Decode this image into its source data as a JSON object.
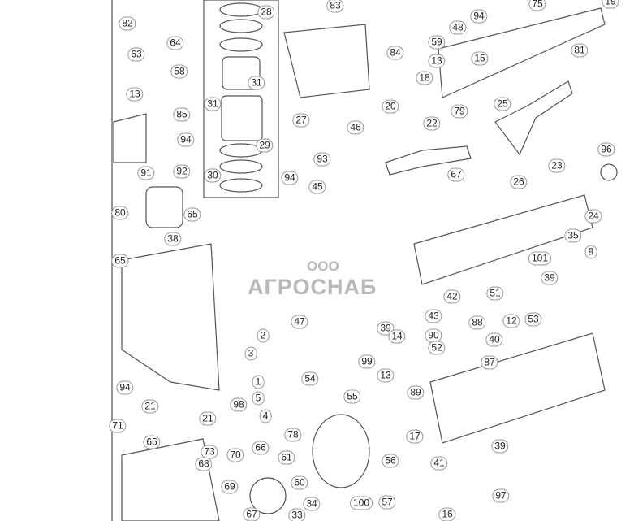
{
  "diagram": {
    "callouts": [
      "82",
      "64",
      "63",
      "58",
      "13",
      "85",
      "94",
      "91",
      "92",
      "65",
      "80",
      "38",
      "65",
      "28",
      "31",
      "31",
      "27",
      "29",
      "30",
      "83",
      "46",
      "93",
      "94",
      "45",
      "48",
      "94",
      "75",
      "19",
      "59",
      "13",
      "15",
      "84",
      "81",
      "18",
      "20",
      "22",
      "79",
      "25",
      "67",
      "26",
      "23",
      "96",
      "24",
      "101",
      "35",
      "9",
      "39",
      "42",
      "51",
      "43",
      "88",
      "12",
      "53",
      "39",
      "90",
      "40",
      "14",
      "99",
      "52",
      "13",
      "87",
      "47",
      "2",
      "3",
      "1",
      "5",
      "4",
      "98",
      "54",
      "55",
      "89",
      "94",
      "21",
      "21",
      "78",
      "71",
      "65",
      "73",
      "70",
      "66",
      "68",
      "61",
      "60",
      "56",
      "17",
      "39",
      "41",
      "69",
      "67",
      "34",
      "33",
      "100",
      "57",
      "16",
      "97"
    ],
    "line_color": "#555555",
    "callout_border_color": "#9a9a9a"
  },
  "watermark": {
    "line1": "ООО",
    "line2": "АГРОСНАБ",
    "color": "#b8b8b8"
  }
}
